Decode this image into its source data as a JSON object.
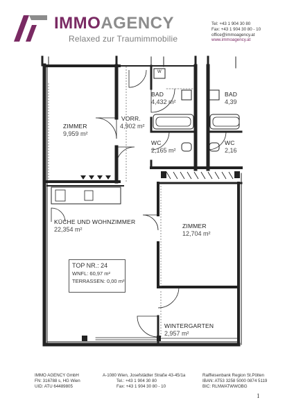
{
  "header": {
    "brand_part1": "IMMO",
    "brand_part2": "AGENCY",
    "tagline": "Relaxed zur Traumimmobilie",
    "contact": {
      "tel": "Tel:  +43 1 904 30 80",
      "fax": "Fax: +43 1 904 30 80 - 10",
      "email": "office@immoagency.at",
      "web": "www.immoagency.at"
    },
    "colors": {
      "brand_purple": "#7a2a63",
      "brand_gray": "#8c8c8c"
    }
  },
  "floorplan": {
    "rooms": [
      {
        "name": "BAD",
        "area": "4,432 m²"
      },
      {
        "name": "BAD",
        "area": "4,39"
      },
      {
        "name": "VORR.",
        "area": "4,902 m²"
      },
      {
        "name": "ZIMMER",
        "area": "9,959 m²"
      },
      {
        "name": "WC",
        "area": "2,165 m²"
      },
      {
        "name": "WC",
        "area": "2,16"
      },
      {
        "name": "KÜCHE UND WOHNZIMMER",
        "area": "22,354 m²"
      },
      {
        "name": "ZIMMER",
        "area": "12,704 m²"
      },
      {
        "name": "WINTERGARTEN",
        "area": "2,957 m²"
      }
    ],
    "fixture_label": "W",
    "top_info": {
      "top_nr": "TOP NR.: 24",
      "wnfl": "WNFL: 60,97 m²",
      "terrassen": "TERRASSEN: 0,00 m²"
    }
  },
  "footer": {
    "col1": [
      "IMMO AGENCY GmbH",
      "FN: 316788 s, HG Wien",
      "UID: ATU 64489805"
    ],
    "col2": [
      "A-1080 Wien, Josefstädter Straße 43-45/1a",
      "Tel.: +43 1 904 30 80",
      "Fax: +43 1 904 30 80 - 10"
    ],
    "col3": [
      "Raiffeisenbank Region St.Pölten",
      "IBAN: AT53 3258 5000 0874 5119",
      "BIC:   RLNWATWWOBG"
    ],
    "page_number": "1"
  }
}
